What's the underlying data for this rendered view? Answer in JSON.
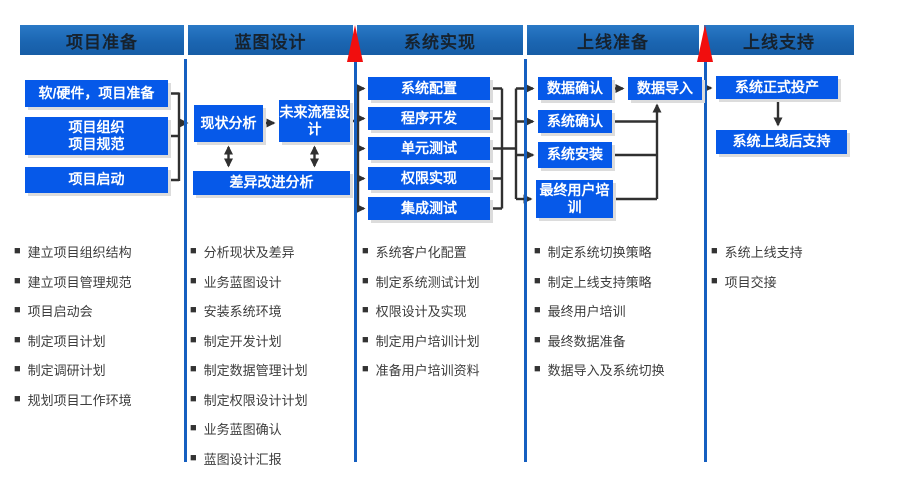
{
  "icons": {
    "bullet": "■",
    "milestone_triangle": "red-up-triangle-icon"
  },
  "colors": {
    "header_blue": "#1b66b2",
    "box_blue": "#0659e9",
    "divider_blue": "#155fc0",
    "milestone_red": "#f10e0e",
    "connector_dark": "#303030",
    "bullet_text": "#3d3d3d"
  },
  "phases": [
    {
      "title": "项目准备",
      "boxes": [
        "软/硬件，项目准备",
        "项目组织\n项目规范",
        "项目启动"
      ],
      "bullets": [
        "建立项目组织结构",
        "建立项目管理规范",
        "项目启动会",
        "制定项目计划",
        "制定调研计划",
        "规划项目工作环境"
      ]
    },
    {
      "title": "蓝图设计",
      "boxes": [
        "现状分析",
        "未来流程设\n计",
        "差异改进分析"
      ],
      "bullets": [
        "分析现状及差异",
        "业务蓝图设计",
        "安装系统环境",
        "制定开发计划",
        "制定数据管理计划",
        "制定权限设计计划",
        "业务蓝图确认",
        "蓝图设计汇报"
      ]
    },
    {
      "title": "系统实现",
      "boxes": [
        "系统配置",
        "程序开发",
        "单元测试",
        "权限实现",
        "集成测试"
      ],
      "bullets": [
        "系统客户化配置",
        "制定系统测试计划",
        "权限设计及实现",
        "制定用户培训计划",
        "准备用户培训资料"
      ]
    },
    {
      "title": "上线准备",
      "boxes": [
        "数据确认",
        "数据导入",
        "系统确认",
        "系统安装",
        "最终用户培\n训"
      ],
      "bullets": [
        "制定系统切换策略",
        "制定上线支持策略",
        "最终用户培训",
        "最终数据准备",
        "数据导入及系统切换"
      ]
    },
    {
      "title": "上线支持",
      "boxes": [
        "系统正式投产",
        "系统上线后支持"
      ],
      "bullets": [
        "系统上线支持",
        "项目交接"
      ]
    }
  ]
}
